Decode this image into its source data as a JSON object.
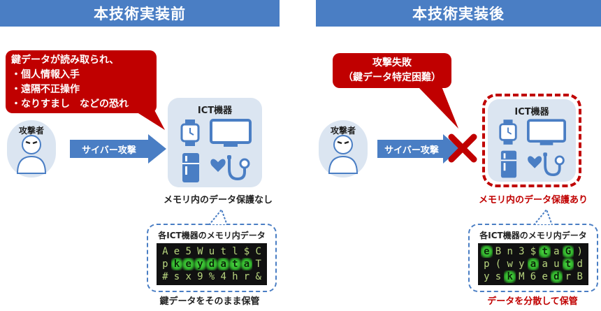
{
  "before": {
    "title": "本技術実装前",
    "bubble_lines": [
      "鍵データが読み取られ、",
      "・個人情報入手",
      "・遠隔不正操作",
      "・なりすまし　などの恐れ"
    ],
    "attacker_label": "攻撃者",
    "arrow_label": "サイバー攻撃",
    "device_panel_title": "ICT機器",
    "device_caption": "メモリ内のデータ保護なし",
    "memory_title": "各ICT機器のメモリ内データ",
    "memory_rows": [
      [
        "A",
        "e",
        "5",
        "W",
        "u",
        "t",
        "l",
        "$",
        "C"
      ],
      [
        "p",
        "k",
        "e",
        "y",
        "d",
        "a",
        "t",
        "a",
        "T"
      ],
      [
        "#",
        "s",
        "x",
        "9",
        "%",
        "4",
        "h",
        "r",
        "&"
      ]
    ],
    "memory_caption": "鍵データをそのまま保管"
  },
  "after": {
    "title": "本技術実装後",
    "bubble_lines": [
      "攻撃失敗",
      "（鍵データ特定困難）"
    ],
    "attacker_label": "攻撃者",
    "arrow_label": "サイバー攻撃",
    "device_panel_title": "ICT機器",
    "device_caption": "メモリ内のデータ保護あり",
    "memory_title": "各ICT機器のメモリ内データ",
    "memory_rows": [
      [
        "e",
        "B",
        "n",
        "3",
        "$",
        "t",
        "a",
        "G",
        ")"
      ],
      [
        "p",
        "(",
        "w",
        "y",
        "a",
        "a",
        "u",
        "t",
        "d"
      ],
      [
        "y",
        "s",
        "k",
        "M",
        "6",
        "e",
        "d",
        "r",
        "B"
      ]
    ],
    "memory_caption": "データを分散して保管"
  },
  "colors": {
    "banner": "#4a7ec4",
    "alert": "#c00000",
    "panel": "#dbe5f1",
    "arrow": "#4a7ec4",
    "highlight": "#4fdc44"
  },
  "highlights": {
    "before": [
      [
        1,
        1
      ],
      [
        1,
        2
      ],
      [
        1,
        3
      ],
      [
        1,
        4
      ],
      [
        1,
        5
      ],
      [
        1,
        6
      ],
      [
        1,
        7
      ]
    ],
    "after": [
      [
        0,
        0
      ],
      [
        0,
        5
      ],
      [
        0,
        7
      ],
      [
        1,
        4
      ],
      [
        1,
        7
      ],
      [
        2,
        2
      ],
      [
        2,
        6
      ]
    ]
  },
  "icons": [
    "watch-icon",
    "monitor-icon",
    "refrigerator-icon",
    "stethoscope-icon",
    "attacker-icon",
    "cross-icon"
  ]
}
